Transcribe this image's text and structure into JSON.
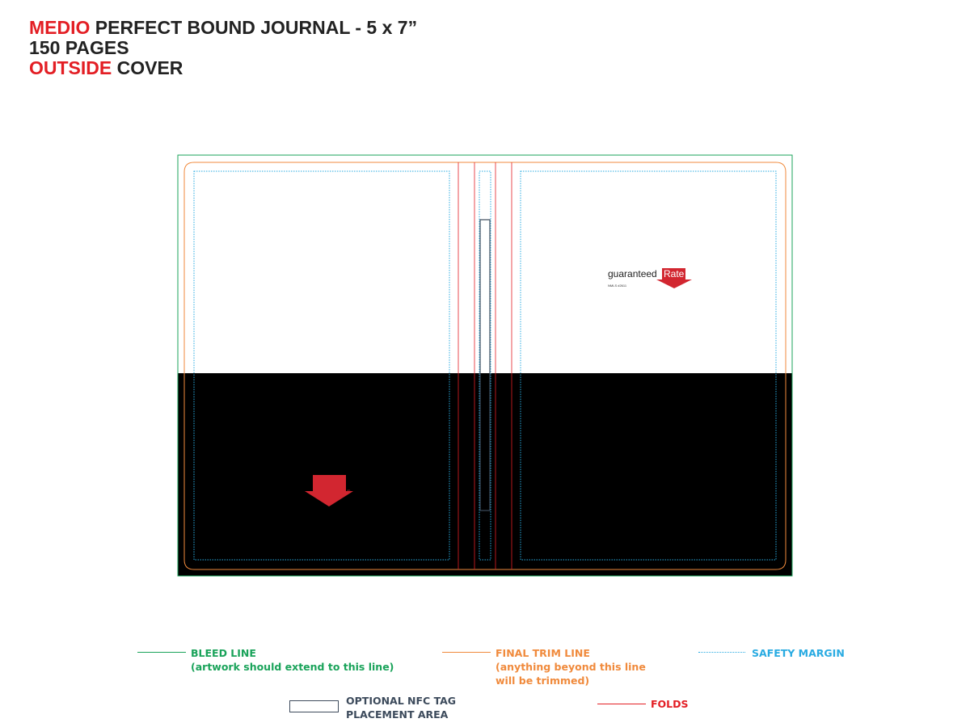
{
  "header": {
    "line1_accent": "MEDIO",
    "line1_rest": " PERFECT BOUND JOURNAL - 5 x 7”",
    "line2": "150 PAGES",
    "line3_accent": "OUTSIDE",
    "line3_rest": " COVER"
  },
  "cover": {
    "logo_word": "guaranteed",
    "logo_rate": "Rate",
    "logo_mark": "®",
    "nmls": "NMLS #2611"
  },
  "legend": {
    "bleed_title": "BLEED LINE",
    "bleed_note": "(artwork should extend to this line)",
    "trim_title": "FINAL TRIM LINE",
    "trim_note1": "(anything beyond this line",
    "trim_note2": "will be trimmed)",
    "safety_title": "SAFETY MARGIN",
    "nfc_line1": "OPTIONAL NFC TAG",
    "nfc_line2": "PLACEMENT AREA",
    "folds_title": "FOLDS"
  },
  "colors": {
    "bleed": "#1aa35a",
    "trim": "#f08a3c",
    "safety": "#29abe2",
    "folds": "#e31e24",
    "nfc": "#3d4b5c",
    "brand_red": "#d22630"
  }
}
